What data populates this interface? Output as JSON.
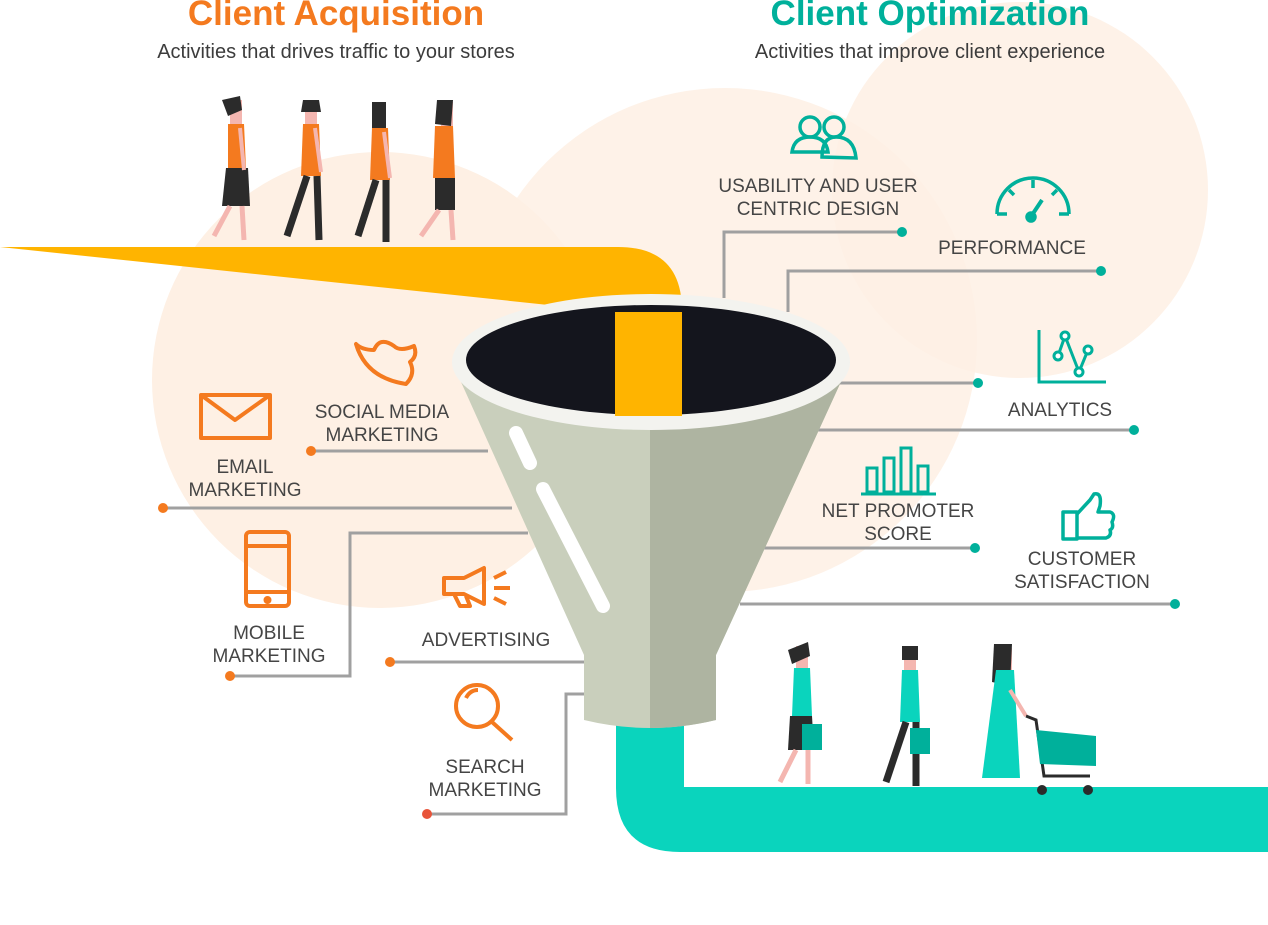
{
  "colors": {
    "orange": "#f47a1f",
    "teal": "#00b09b",
    "teal_pipe": "#0ad4bd",
    "yellow_pipe": "#ffb400",
    "funnel_light": "#c9cfbc",
    "funnel_dark": "#aeb4a1",
    "funnel_mouth": "#14151d",
    "bubble": "#fef0e4",
    "line_gray": "#a0a0a0",
    "label_text": "#454545"
  },
  "acquisition": {
    "title": "Client Acquisition",
    "subtitle": "Activities that drives traffic to your stores",
    "items": [
      {
        "id": "social",
        "label": "SOCIAL MEDIA\nMARKETING",
        "icon": "twitter-bird-icon"
      },
      {
        "id": "email",
        "label": "EMAIL\nMARKETING",
        "icon": "envelope-icon"
      },
      {
        "id": "mobile",
        "label": "MOBILE\nMARKETING",
        "icon": "smartphone-icon"
      },
      {
        "id": "advertising",
        "label": "ADVERTISING",
        "icon": "megaphone-icon"
      },
      {
        "id": "search",
        "label": "SEARCH\nMARKETING",
        "icon": "magnifier-icon"
      }
    ]
  },
  "optimization": {
    "title": "Client Optimization",
    "subtitle": "Activities that improve client experience",
    "items": [
      {
        "id": "usability",
        "label": "USABILITY AND USER\nCENTRIC DESIGN",
        "icon": "users-icon"
      },
      {
        "id": "performance",
        "label": "PERFORMANCE",
        "icon": "speedometer-icon"
      },
      {
        "id": "analytics",
        "label": "ANALYTICS",
        "icon": "line-graph-icon"
      },
      {
        "id": "nps",
        "label": "NET PROMOTER\nSCORE",
        "icon": "bar-chart-icon"
      },
      {
        "id": "satisfaction",
        "label": "CUSTOMER\nSATISFACTION",
        "icon": "thumbs-up-icon"
      }
    ]
  }
}
